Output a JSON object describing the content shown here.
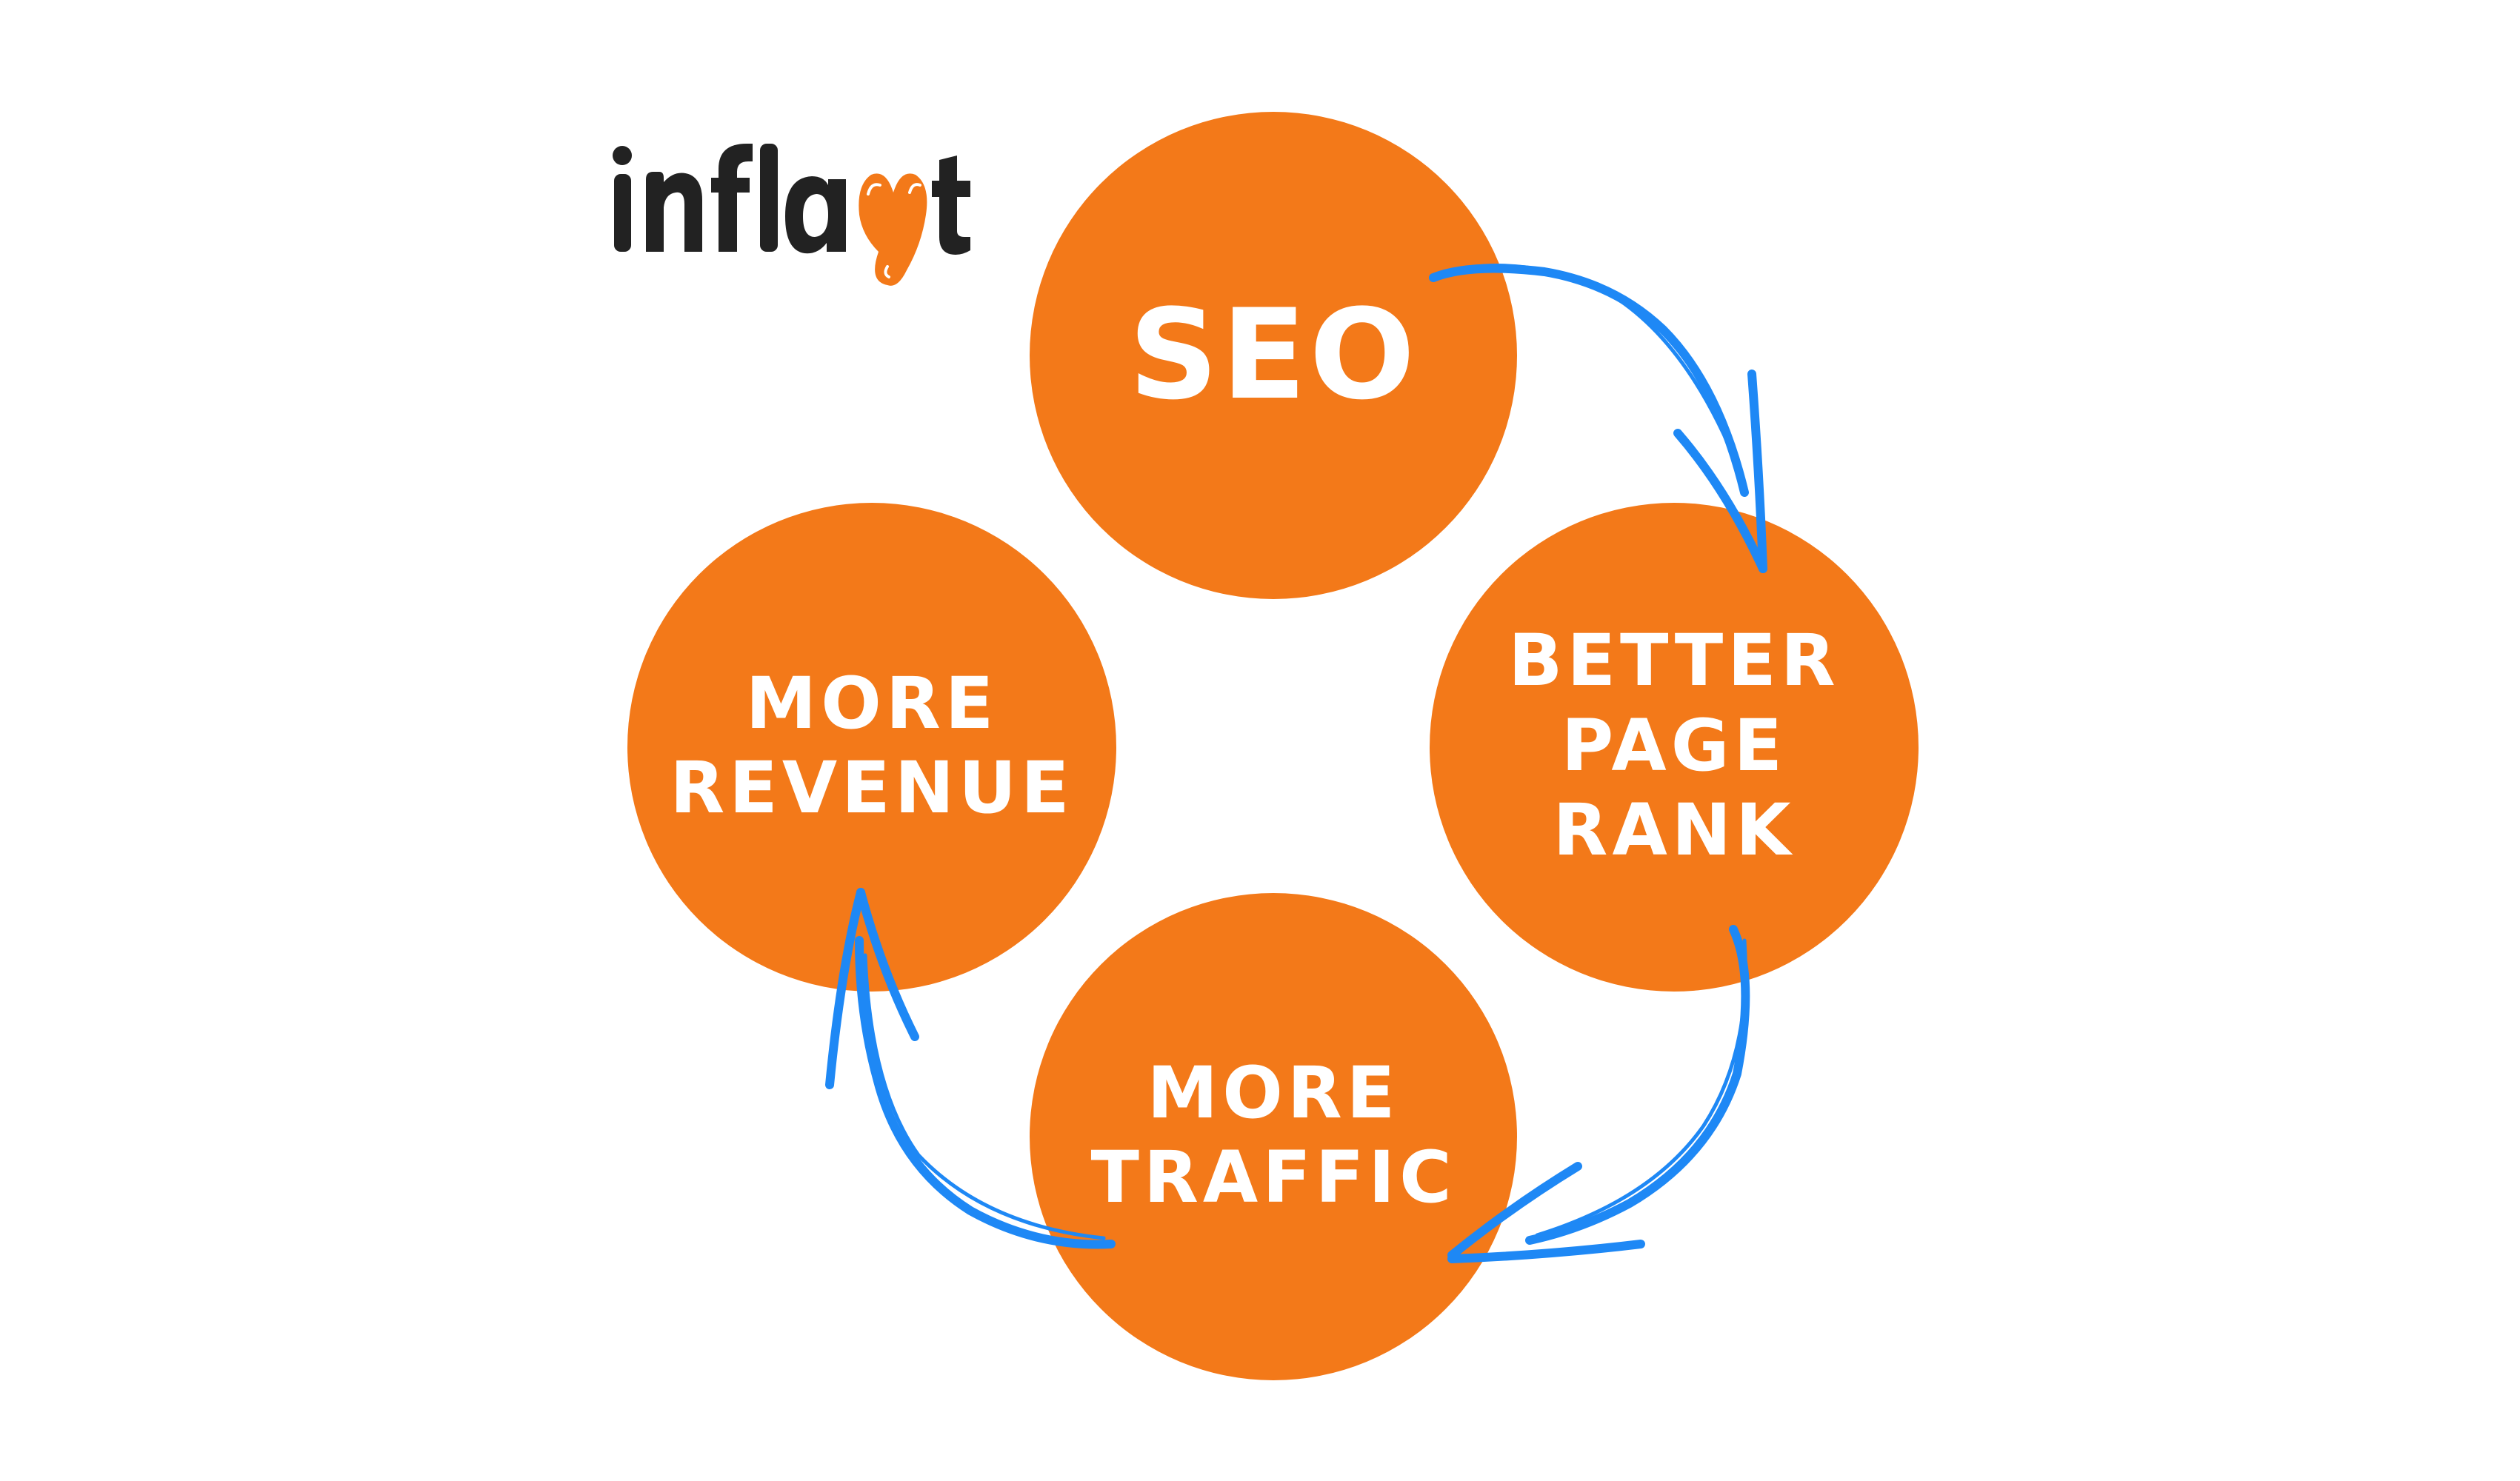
{
  "brand": {
    "logo_text": "inflayt",
    "colors": {
      "ink": "#222222",
      "accent": "#f37919"
    }
  },
  "diagram": {
    "type": "cycle",
    "node_color": "#f37919",
    "arrow_color": "#1e88f5",
    "nodes": [
      {
        "id": "seo",
        "lines": [
          "SEO"
        ]
      },
      {
        "id": "better-page-rank",
        "lines": [
          "BETTER",
          "PAGE",
          "RANK"
        ]
      },
      {
        "id": "more-traffic",
        "lines": [
          "MORE",
          "TRAFFIC"
        ]
      },
      {
        "id": "more-revenue",
        "lines": [
          "MORE",
          "REVENUE"
        ]
      }
    ],
    "edges": [
      {
        "from": "seo",
        "to": "better-page-rank"
      },
      {
        "from": "better-page-rank",
        "to": "more-traffic"
      },
      {
        "from": "more-traffic",
        "to": "more-revenue"
      }
    ]
  }
}
